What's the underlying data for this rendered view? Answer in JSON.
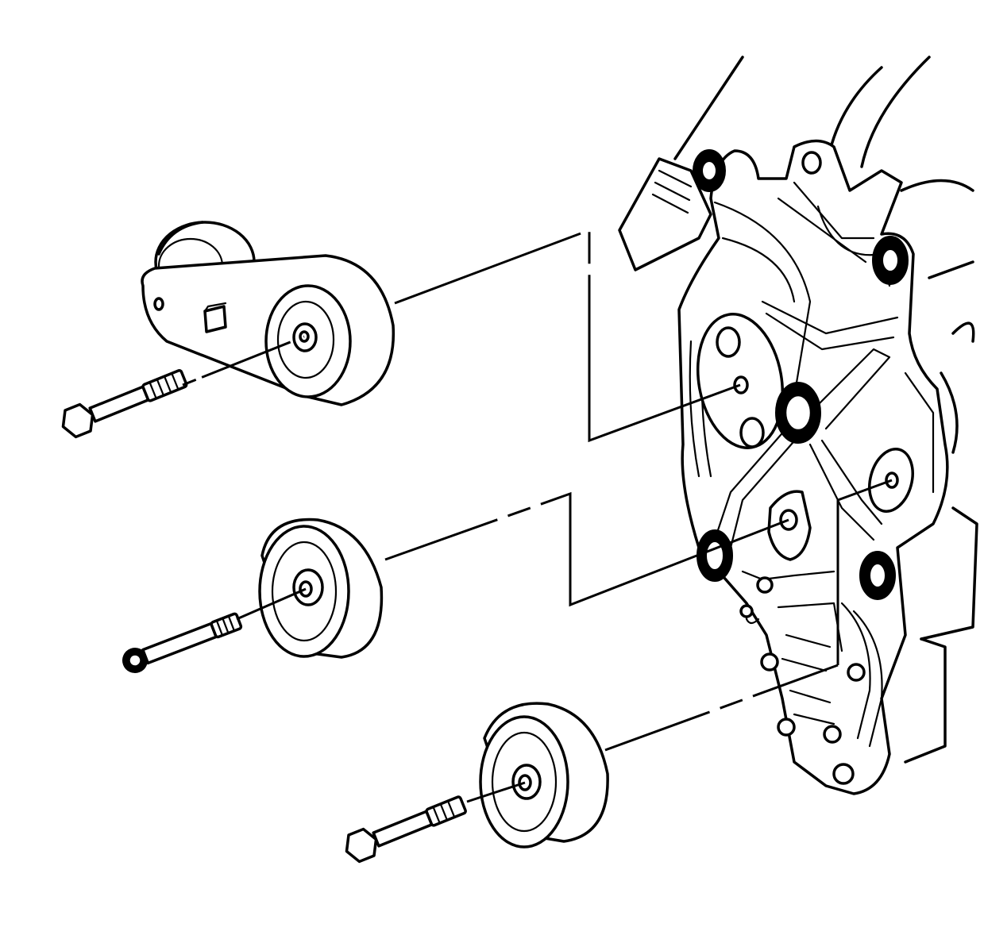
{
  "figure": {
    "kind": "exploded-assembly-line-drawing",
    "labels": []
  },
  "parts": [
    {
      "id": "belt-tensioner",
      "name": "belt-tensioner-assembly"
    },
    {
      "id": "tensioner-bolt",
      "name": "tensioner-bolt"
    },
    {
      "id": "idler-pulley-upper",
      "name": "idler-pulley"
    },
    {
      "id": "idler-bolt-upper",
      "name": "idler-pulley-bolt"
    },
    {
      "id": "idler-pulley-lower",
      "name": "idler-pulley"
    },
    {
      "id": "idler-bolt-lower",
      "name": "idler-pulley-bolt"
    },
    {
      "id": "accessory-bracket",
      "name": "engine-accessory-bracket"
    }
  ],
  "colors": {
    "line": "#000000",
    "background": "#ffffff"
  }
}
